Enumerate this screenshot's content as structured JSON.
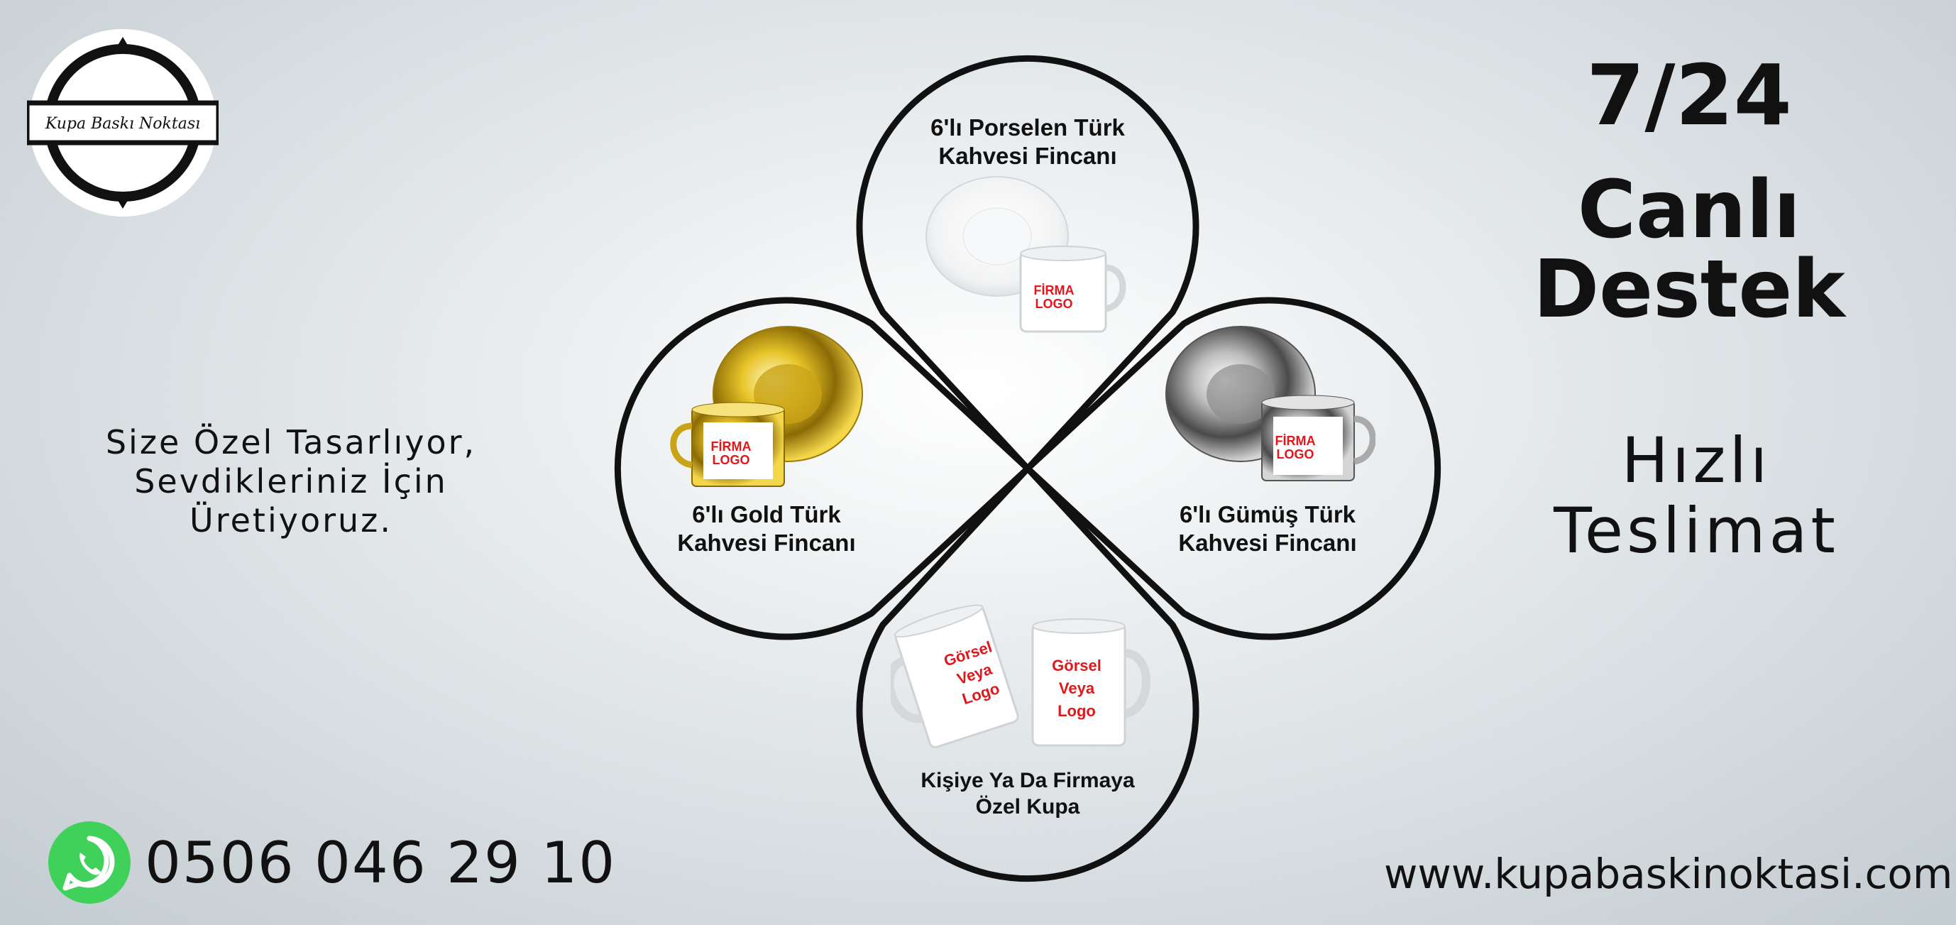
{
  "brand": {
    "logo_text": "Kupa Baskı Noktası"
  },
  "support": {
    "hours": "7/24",
    "label": "Canlı Destek"
  },
  "delivery": {
    "line1": "Hızlı",
    "line2": "Teslimat"
  },
  "tagline": {
    "line1": "Size Özel Tasarlıyor,",
    "line2": "Sevdikleriniz İçin",
    "line3": "Üretiyoruz."
  },
  "contact": {
    "phone": "0506 046 29 10",
    "website": "www.kupabaskinoktasi.com",
    "whatsapp_icon": "whatsapp-icon"
  },
  "products": {
    "top": {
      "line1": "6'lı Porselen Türk",
      "line2": "Kahvesi Fincanı",
      "logo1": "FİRMA",
      "logo2": "LOGO"
    },
    "left": {
      "line1": "6'lı Gold Türk",
      "line2": "Kahvesi Fincanı",
      "logo1": "FİRMA",
      "logo2": "LOGO"
    },
    "right": {
      "line1": "6'lı Gümüş Türk",
      "line2": "Kahvesi Fincanı",
      "logo1": "FİRMA",
      "logo2": "LOGO"
    },
    "bottom": {
      "line1": "Kişiye Ya Da Firmaya",
      "line2": "Özel Kupa",
      "mug1": [
        "Görsel",
        "Veya",
        "Logo"
      ],
      "mug2": [
        "Görsel",
        "Veya",
        "Logo"
      ]
    }
  },
  "colors": {
    "accent_red": "#e0181c",
    "whatsapp_green": "#3fd15a",
    "outline": "#111111",
    "gold": "#d4b21a",
    "silver": "#9a9a9a"
  }
}
